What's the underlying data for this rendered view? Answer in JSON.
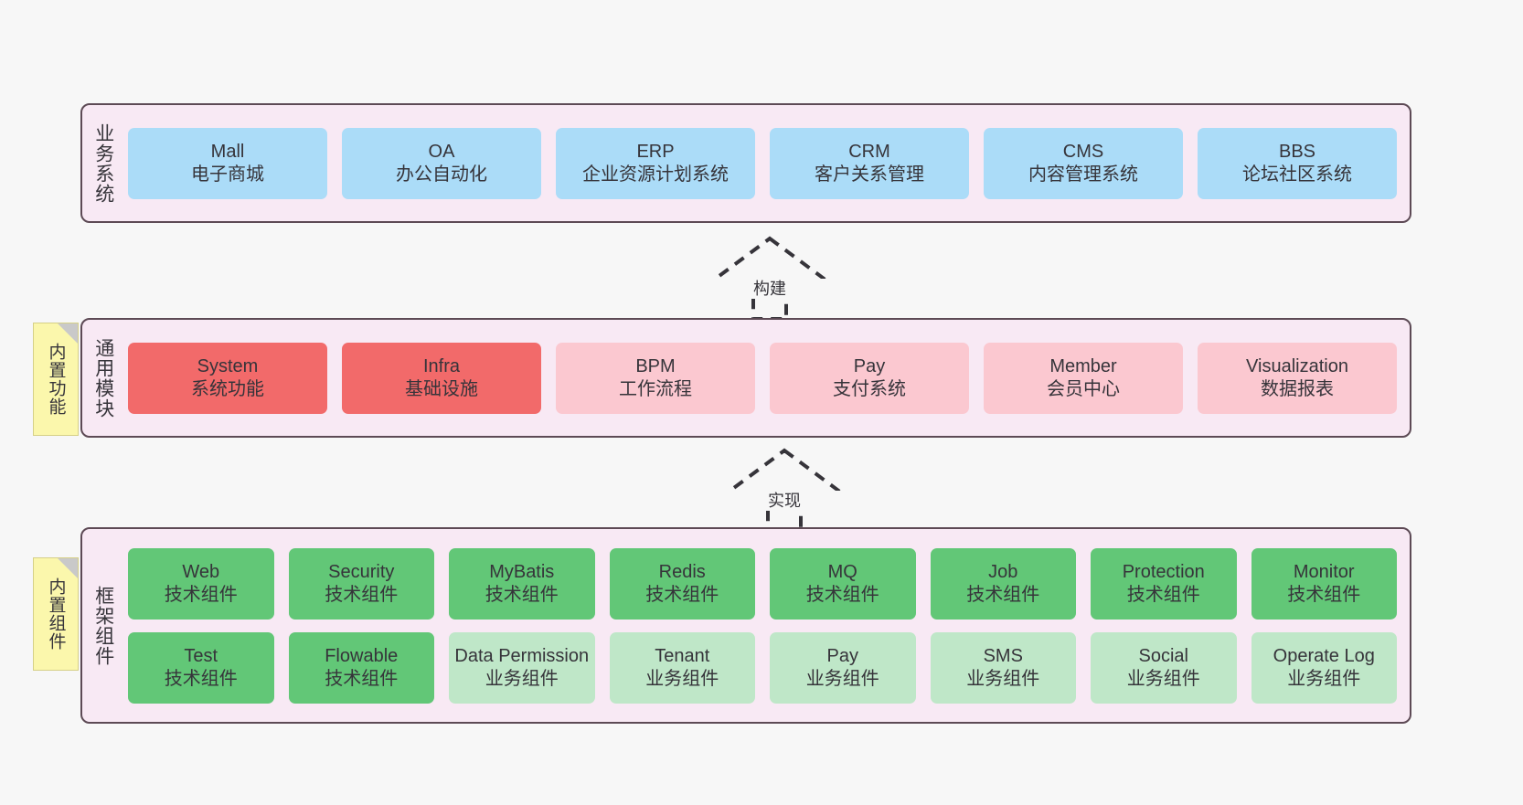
{
  "diagram": {
    "background": "#f7f7f7",
    "layer_border_color": "#5d4a55",
    "layer_fill_color": "#f8e9f4"
  },
  "notes": [
    {
      "name": "builtin-features",
      "text": "内置功能",
      "color": "#fbf7ac"
    },
    {
      "name": "builtin-components",
      "text": "内置组件",
      "color": "#fbf7ac"
    }
  ],
  "connectors": [
    {
      "name": "build",
      "label": "构建",
      "style": "dashed-hollow-arrow-up"
    },
    {
      "name": "realize",
      "label": "实现",
      "style": "dashed-hollow-arrow-up"
    }
  ],
  "layers": [
    {
      "id": "business",
      "title": "业务系统",
      "color": "#abdcf8",
      "rows": [
        {
          "cells": [
            {
              "en": "Mall",
              "cn": "电子商城",
              "color": "#abdcf8"
            },
            {
              "en": "OA",
              "cn": "办公自动化",
              "color": "#abdcf8"
            },
            {
              "en": "ERP",
              "cn": "企业资源计划系统",
              "color": "#abdcf8"
            },
            {
              "en": "CRM",
              "cn": "客户关系管理",
              "color": "#abdcf8"
            },
            {
              "en": "CMS",
              "cn": "内容管理系统",
              "color": "#abdcf8"
            },
            {
              "en": "BBS",
              "cn": "论坛社区系统",
              "color": "#abdcf8"
            }
          ]
        }
      ]
    },
    {
      "id": "module",
      "title": "通用模块",
      "color": "#fbc8d0",
      "rows": [
        {
          "cells": [
            {
              "en": "System",
              "cn": "系统功能",
              "color": "#f26a6a"
            },
            {
              "en": "Infra",
              "cn": "基础设施",
              "color": "#f26a6a"
            },
            {
              "en": "BPM",
              "cn": "工作流程",
              "color": "#fbc8d0"
            },
            {
              "en": "Pay",
              "cn": "支付系统",
              "color": "#fbc8d0"
            },
            {
              "en": "Member",
              "cn": "会员中心",
              "color": "#fbc8d0"
            },
            {
              "en": "Visualization",
              "cn": "数据报表",
              "color": "#fbc8d0"
            }
          ]
        }
      ]
    },
    {
      "id": "framework",
      "title": "框架组件",
      "color": "#62c777",
      "rows": [
        {
          "cells": [
            {
              "en": "Web",
              "cn": "技术组件",
              "color": "#62c777"
            },
            {
              "en": "Security",
              "cn": "技术组件",
              "color": "#62c777"
            },
            {
              "en": "MyBatis",
              "cn": "技术组件",
              "color": "#62c777"
            },
            {
              "en": "Redis",
              "cn": "技术组件",
              "color": "#62c777"
            },
            {
              "en": "MQ",
              "cn": "技术组件",
              "color": "#62c777"
            },
            {
              "en": "Job",
              "cn": "技术组件",
              "color": "#62c777"
            },
            {
              "en": "Protection",
              "cn": "技术组件",
              "color": "#62c777"
            },
            {
              "en": "Monitor",
              "cn": "技术组件",
              "color": "#62c777"
            }
          ]
        },
        {
          "cells": [
            {
              "en": "Test",
              "cn": "技术组件",
              "color": "#62c777"
            },
            {
              "en": "Flowable",
              "cn": "技术组件",
              "color": "#62c777"
            },
            {
              "en": "Data Permission",
              "cn": "业务组件",
              "color": "#bfe7c8"
            },
            {
              "en": "Tenant",
              "cn": "业务组件",
              "color": "#bfe7c8"
            },
            {
              "en": "Pay",
              "cn": "业务组件",
              "color": "#bfe7c8"
            },
            {
              "en": "SMS",
              "cn": "业务组件",
              "color": "#bfe7c8"
            },
            {
              "en": "Social",
              "cn": "业务组件",
              "color": "#bfe7c8"
            },
            {
              "en": "Operate Log",
              "cn": "业务组件",
              "color": "#bfe7c8"
            }
          ]
        }
      ]
    }
  ]
}
